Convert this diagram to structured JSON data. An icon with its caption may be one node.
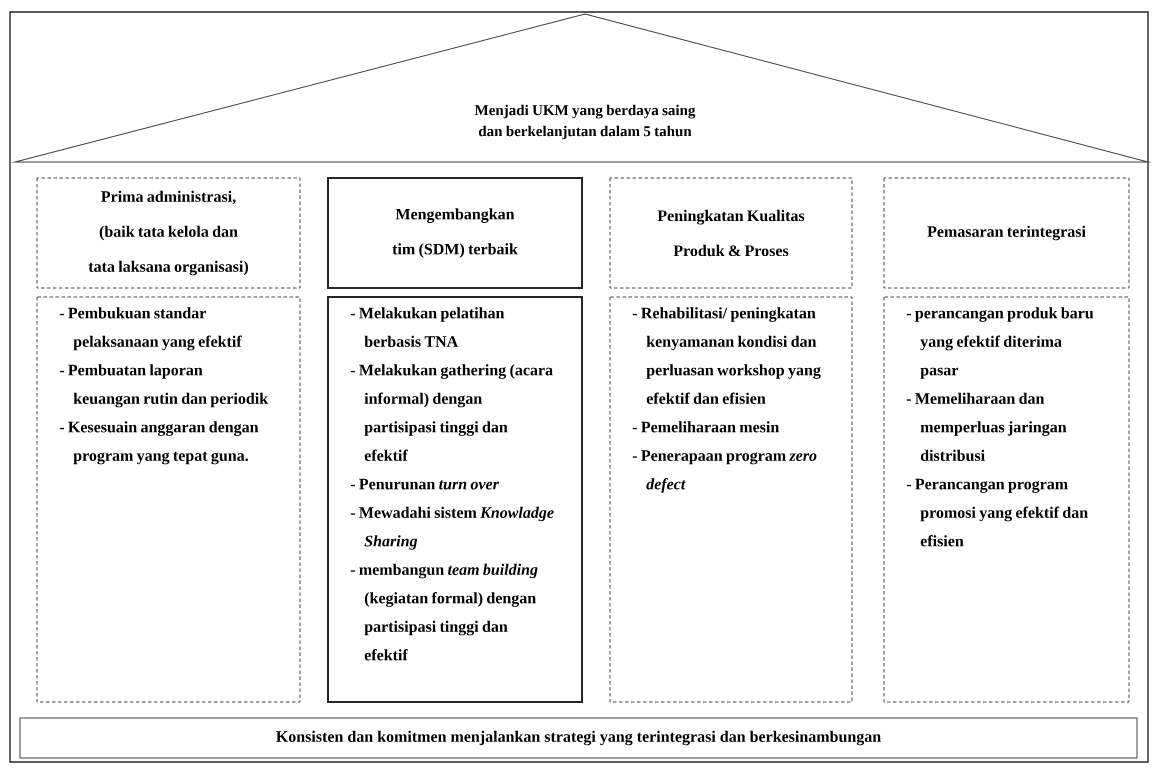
{
  "diagram": {
    "nodes": [
      {
        "text": [
          "Menjadi UKM yang berdaya saing dan berkelanjutan dalam 5 tahun"
        ]
      },
      {
        "text": [
          "Prima administrasi, (baik tata kelola dan tata laksana organisasi)"
        ]
      },
      {
        "text": [
          "Mengembangkan tim (SDM) terbaik"
        ]
      },
      {
        "text": [
          "Peningkatan Kualitas Produk & Proses"
        ]
      },
      {
        "text": [
          "Pemasaran terintegrasi"
        ]
      },
      {
        "text": [
          "- Pembukuan standar pelaksanaan yang efektif",
          "- Pembuatan laporan keuangan rutin dan periodik",
          "- Kesesuain anggaran dengan program yang tepat guna."
        ]
      },
      {
        "text": [
          "- Melakukan pelatihan berbasis TNA",
          "- Melakukan gathering (acara informal) dengan partisipasi tinggi dan efektif",
          "- Penurunan *turn over*",
          "- Mewadahi sistem *Knowladge Sharing*",
          "- membangun *team building* (kegiatan formal) dengan partisipasi tinggi dan efektif"
        ]
      },
      {
        "text": [
          "- Rehabilitasi/ peningkatan kenyamanan kondisi dan perluasan workshop yang efektif dan efisien",
          "- Pemeliharaan mesin",
          "- Penerapaan program *zero defect*"
        ]
      },
      {
        "text": [
          "- perancangan produk baru yang efektif diterima pasar",
          "- Memeliharaan dan memperluas jaringan distribusi",
          "- Perancangan program promosi yang efektif dan efisien"
        ]
      },
      {
        "text": [
          "Konsisten dan komitmen menjalankan strategi yang terintegrasi dan berkesinambungan"
        ]
      }
    ]
  }
}
